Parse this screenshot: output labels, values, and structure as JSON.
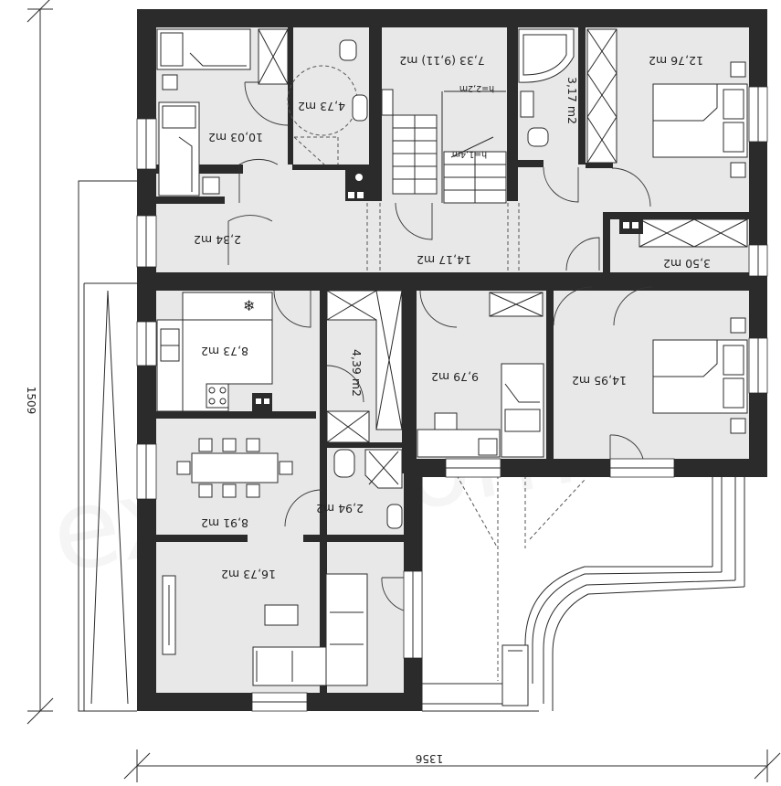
{
  "watermark": "extradom",
  "dimensions": {
    "width": "1356",
    "height": "1509"
  },
  "rooms": [
    {
      "id": "bedroom-1",
      "label": "10,03 m2"
    },
    {
      "id": "bathroom-1",
      "label": "4,73 m2"
    },
    {
      "id": "stairs",
      "label": "7,33 (9,11) m2"
    },
    {
      "id": "bathroom-2",
      "label": "3,17 m2"
    },
    {
      "id": "bedroom-2",
      "label": "12,76 m2"
    },
    {
      "id": "hall-small",
      "label": "2,34 m2"
    },
    {
      "id": "corridor",
      "label": "14,17 m2"
    },
    {
      "id": "closet",
      "label": "3,50 m2"
    },
    {
      "id": "kitchen",
      "label": "8,73 m2"
    },
    {
      "id": "wardrobe",
      "label": "4,39 m2"
    },
    {
      "id": "bedroom-3",
      "label": "9,79 m2"
    },
    {
      "id": "bedroom-4",
      "label": "14,95 m2"
    },
    {
      "id": "dining",
      "label": "8,91 m2"
    },
    {
      "id": "wc",
      "label": "2,94 m2"
    },
    {
      "id": "living",
      "label": "16,73 m2"
    }
  ],
  "stair_notes": {
    "upper": "h=2,2m",
    "lower": "h=1,4m"
  }
}
